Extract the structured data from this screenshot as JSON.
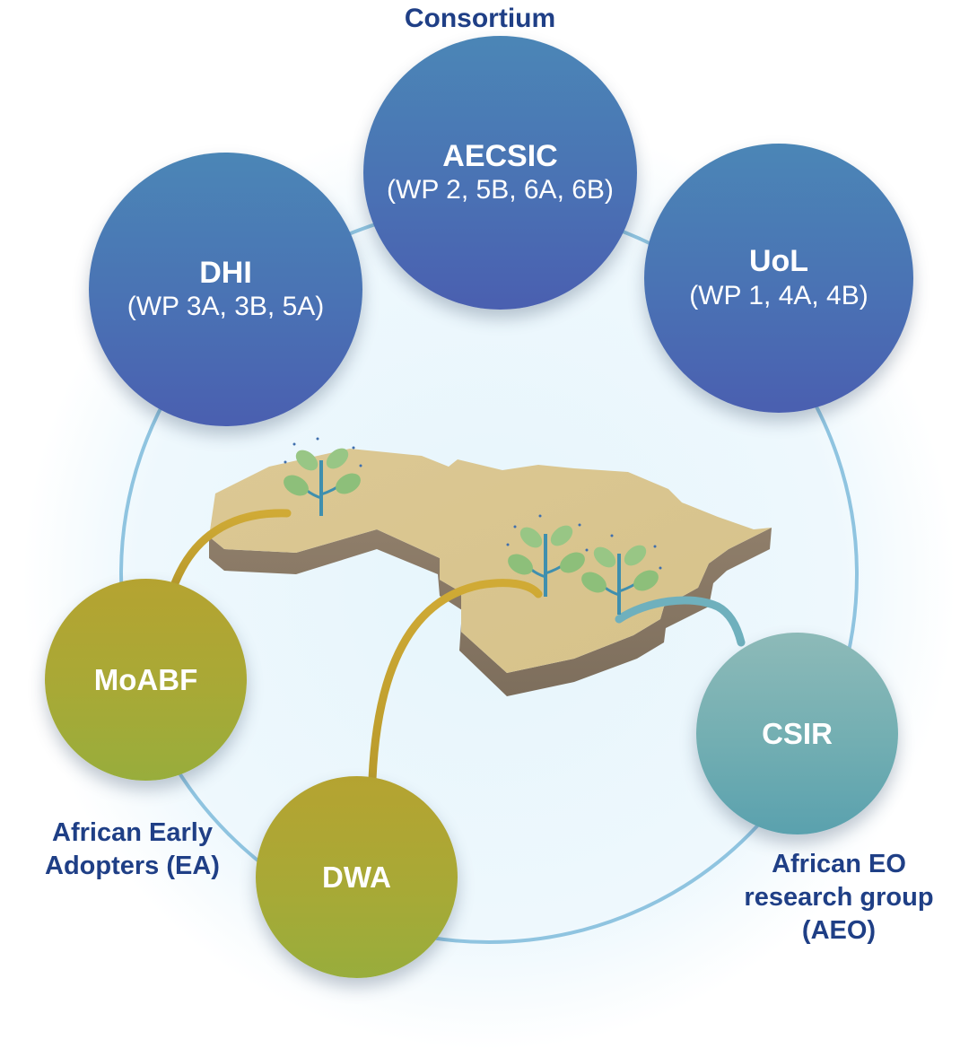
{
  "title": "Consortium",
  "consortium": {
    "dhi": {
      "name": "DHI",
      "wp": "(WP 3A, 3B, 5A)"
    },
    "aecsic": {
      "name": "AECSIC",
      "wp": "(WP 2, 5B, 6A, 6B)"
    },
    "uol": {
      "name": "UoL",
      "wp": "(WP 1, 4A, 4B)"
    }
  },
  "early_adopters": {
    "label_line1": "African Early",
    "label_line2": "Adopters (EA)",
    "moabf": "MoABF",
    "dwa": "DWA"
  },
  "research_group": {
    "label_line1": "African EO",
    "label_line2": "research group",
    "label_line3": "(AEO)",
    "csir": "CSIR"
  },
  "colors": {
    "consortium_blue": "#4a6fb3",
    "early_adopter_olive": "#a8a936",
    "research_teal": "#72aeb2",
    "ring": "#8fc4e0",
    "caption_navy": "#1f3f86",
    "land_top": "#d9c590",
    "land_side": "#8a7a66",
    "leaf": "#8dbf7a",
    "connector_gold": "#c9a431",
    "connector_teal": "#6fb0bd"
  }
}
